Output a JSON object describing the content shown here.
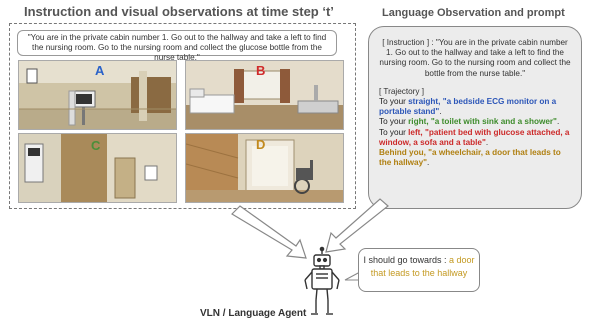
{
  "titles": {
    "left": "Instruction and visual observations at time step ‘t’",
    "right": "Language Observation and prompt"
  },
  "instruction_text": "\"You are in the private cabin number 1. Go out to the hallway and take a left to find the nursing room. Go to the nursing room and collect the glucose bottle from the nurse table.\"",
  "scenes": [
    {
      "label": "A",
      "color": "#2a62c9"
    },
    {
      "label": "B",
      "color": "#d02a2a"
    },
    {
      "label": "C",
      "color": "#4b8f3a"
    },
    {
      "label": "D",
      "color": "#c28a1e"
    }
  ],
  "prompt": {
    "instruction": "[ Instruction ] : \"You are in the private cabin number 1. Go out to the hallway and take a left to find the nursing room. Go to the nursing room and collect the bottle from the nurse table.\"",
    "trajectory_header": "[ Trajectory ]",
    "lines": [
      {
        "prefix": "To your ",
        "direction": "straight",
        "sep": ", ",
        "observation": "\"a bedside ECG monitor on a portable stand\"",
        "suffix": "."
      },
      {
        "prefix": "To your ",
        "direction": "right",
        "sep": ", ",
        "observation": "\"a toilet with sink and a shower\"",
        "suffix": "."
      },
      {
        "prefix": "To your ",
        "direction": "left",
        "sep": ", ",
        "observation": "\"patient bed with glucose attached, a window, a sofa and a table\"",
        "suffix": "."
      },
      {
        "prefix": "",
        "direction": "Behind you",
        "sep": ", ",
        "observation": "\"a wheelchair, a door that leads to the hallway\"",
        "suffix": "."
      }
    ]
  },
  "speech": {
    "lead": "I should go towards : ",
    "answer": "a door that leads to the hallway"
  },
  "agent_label": "VLN / Language Agent",
  "colors": {
    "blue": "#2c56b8",
    "green": "#3e8c2c",
    "red": "#cc2a2a",
    "gold": "#b08012"
  }
}
